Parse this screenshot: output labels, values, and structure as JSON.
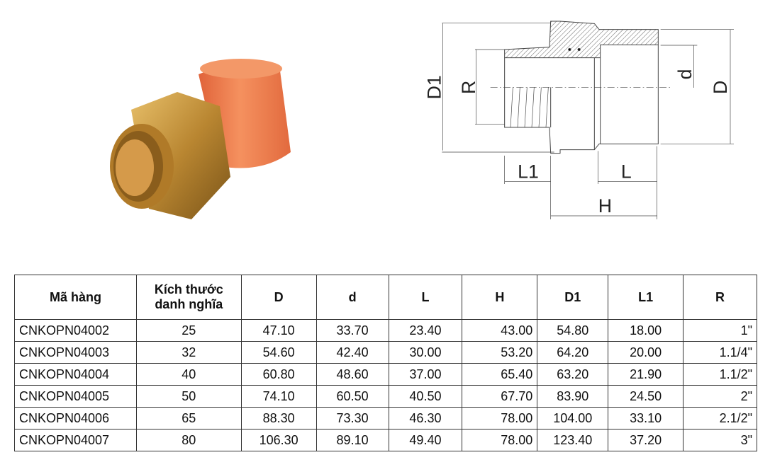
{
  "drawing_labels": {
    "D1": "D1",
    "R": "R",
    "d": "d",
    "D": "D",
    "L1": "L1",
    "L": "L",
    "H": "H"
  },
  "table": {
    "headers": [
      "Mã hàng",
      "Kích thước danh nghĩa",
      "D",
      "d",
      "L",
      "H",
      "D1",
      "L1",
      "R"
    ],
    "header_size_line1": "Kích thước",
    "header_size_line2": "danh nghĩa",
    "rows": [
      [
        "CNKOPN04002",
        "25",
        "47.10",
        "33.70",
        "23.40",
        "43.00",
        "54.80",
        "18.00",
        "1\""
      ],
      [
        "CNKOPN04003",
        "32",
        "54.60",
        "42.40",
        "30.00",
        "53.20",
        "64.20",
        "20.00",
        "1.1/4\""
      ],
      [
        "CNKOPN04004",
        "40",
        "60.80",
        "48.60",
        "37.00",
        "65.40",
        "63.20",
        "21.90",
        "1.1/2\""
      ],
      [
        "CNKOPN04005",
        "50",
        "74.10",
        "60.50",
        "40.50",
        "67.70",
        "83.90",
        "24.50",
        "2\""
      ],
      [
        "CNKOPN04006",
        "65",
        "88.30",
        "73.30",
        "46.30",
        "78.00",
        "104.00",
        "33.10",
        "2.1/2\""
      ],
      [
        "CNKOPN04007",
        "80",
        "106.30",
        "89.10",
        "49.40",
        "78.00",
        "123.40",
        "37.20",
        "3\""
      ]
    ]
  },
  "colors": {
    "pvc_orange": "#f07a4a",
    "brass": "#c8973a"
  }
}
